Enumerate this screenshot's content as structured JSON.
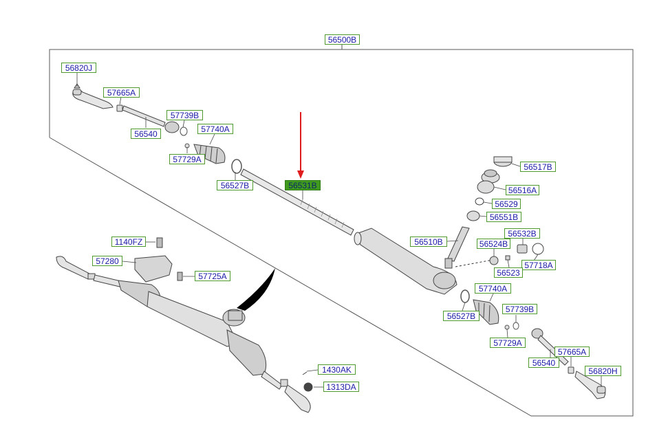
{
  "diagram": {
    "assembly_label": "56500B",
    "highlighted_part": "56531B",
    "accent_colors": {
      "label_border": "#4f9a2e",
      "label_text": "#1a1aa8",
      "highlight_fill": "#3f9a1e",
      "arrow": "#e01b1b"
    },
    "labels": [
      {
        "id": "56500B",
        "text": "56500B"
      },
      {
        "id": "56820J",
        "text": "56820J"
      },
      {
        "id": "57665A-left",
        "text": "57665A"
      },
      {
        "id": "56540-left",
        "text": "56540"
      },
      {
        "id": "57739B-left",
        "text": "57739B"
      },
      {
        "id": "57740A-left",
        "text": "57740A"
      },
      {
        "id": "57729A-left",
        "text": "57729A"
      },
      {
        "id": "56527B-left",
        "text": "56527B"
      },
      {
        "id": "56531B",
        "text": "56531B"
      },
      {
        "id": "56517B",
        "text": "56517B"
      },
      {
        "id": "56516A",
        "text": "56516A"
      },
      {
        "id": "56529",
        "text": "56529"
      },
      {
        "id": "56551B",
        "text": "56551B"
      },
      {
        "id": "56510B",
        "text": "56510B"
      },
      {
        "id": "56532B",
        "text": "56532B"
      },
      {
        "id": "56524B",
        "text": "56524B"
      },
      {
        "id": "57718A",
        "text": "57718A"
      },
      {
        "id": "56523",
        "text": "56523"
      },
      {
        "id": "1140FZ",
        "text": "1140FZ"
      },
      {
        "id": "57280",
        "text": "57280"
      },
      {
        "id": "57725A",
        "text": "57725A"
      },
      {
        "id": "57740A-right",
        "text": "57740A"
      },
      {
        "id": "56527B-right",
        "text": "56527B"
      },
      {
        "id": "57739B-right",
        "text": "57739B"
      },
      {
        "id": "57729A-right",
        "text": "57729A"
      },
      {
        "id": "57665A-right",
        "text": "57665A"
      },
      {
        "id": "56540-right",
        "text": "56540"
      },
      {
        "id": "56820H",
        "text": "56820H"
      },
      {
        "id": "1430AK",
        "text": "1430AK"
      },
      {
        "id": "1313DA",
        "text": "1313DA"
      }
    ]
  }
}
